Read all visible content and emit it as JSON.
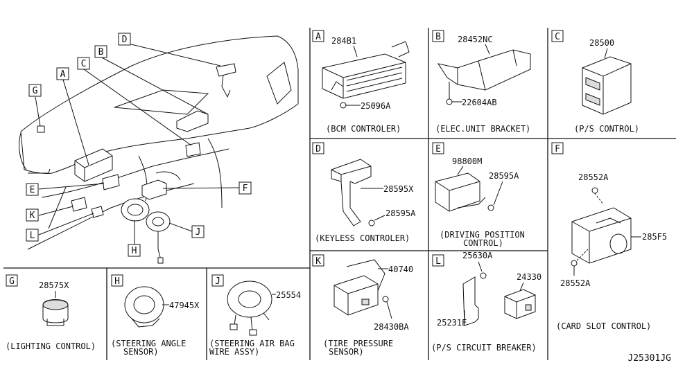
{
  "doc_code": "J25301JG",
  "callouts": {
    "A": "A",
    "B": "B",
    "C": "C",
    "D": "D",
    "E": "E",
    "F": "F",
    "G": "G",
    "H": "H",
    "J": "J",
    "K": "K",
    "L": "L"
  },
  "panels": {
    "A": {
      "letter": "A",
      "part_main": "284B1",
      "part_screw": "25096A",
      "caption": "(BCM CONTROLER)"
    },
    "B": {
      "letter": "B",
      "part_main": "28452NC",
      "part_screw": "22604AB",
      "caption": "(ELEC.UNIT BRACKET)"
    },
    "C": {
      "letter": "C",
      "part_main": "28500",
      "caption": "(P/S CONTROL)"
    },
    "D": {
      "letter": "D",
      "part_main": "28595X",
      "part_screw": "28595A",
      "caption": "(KEYLESS CONTROLER)"
    },
    "E": {
      "letter": "E",
      "part_main": "98800M",
      "part_screw": "28595A",
      "caption_l1": "(DRIVING POSITION",
      "caption_l2": "CONTROL)"
    },
    "F": {
      "letter": "F",
      "part_top": "28552A",
      "part_main": "285F5",
      "part_bottom": "28552A",
      "caption": "(CARD SLOT CONTROL)"
    },
    "G": {
      "letter": "G",
      "part_main": "28575X",
      "caption": "(LIGHTING CONTROL)"
    },
    "H": {
      "letter": "H",
      "part_main": "47945X",
      "caption_l1": "(STEERING ANGLE",
      "caption_l2": "SENSOR)"
    },
    "J": {
      "letter": "J",
      "part_main": "25554",
      "caption_l1": "(STEERING AIR BAG",
      "caption_l2": "WIRE ASSY)"
    },
    "K": {
      "letter": "K",
      "part_main": "40740",
      "part_screw": "28430BA",
      "caption_l1": "(TIRE PRESSURE",
      "caption_l2": "SENSOR)"
    },
    "L": {
      "letter": "L",
      "part_top": "25630A",
      "part_main": "24330",
      "part_bracket": "25231E",
      "caption": "(P/S CIRCUIT BREAKER)"
    }
  }
}
